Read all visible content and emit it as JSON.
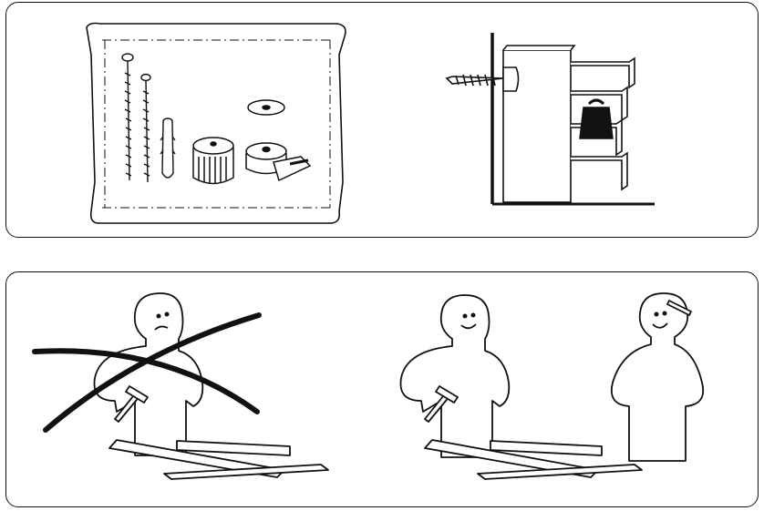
{
  "panels": [
    {
      "id": "top",
      "contents": [
        "hardware-bag",
        "wall-anchoring"
      ]
    },
    {
      "id": "bottom",
      "contents": [
        "wrong-assembly-alone",
        "correct-assembly-two-people"
      ]
    }
  ],
  "icons": {
    "hardware_bag": "hardware-bag-icon",
    "wall_anchor": "wall-anchor-icon",
    "tip_over_weight": "weight-icon",
    "prohibited": "cross-out-icon",
    "hammer": "hammer-icon"
  },
  "colors": {
    "line": "#111111",
    "background": "#ffffff"
  }
}
